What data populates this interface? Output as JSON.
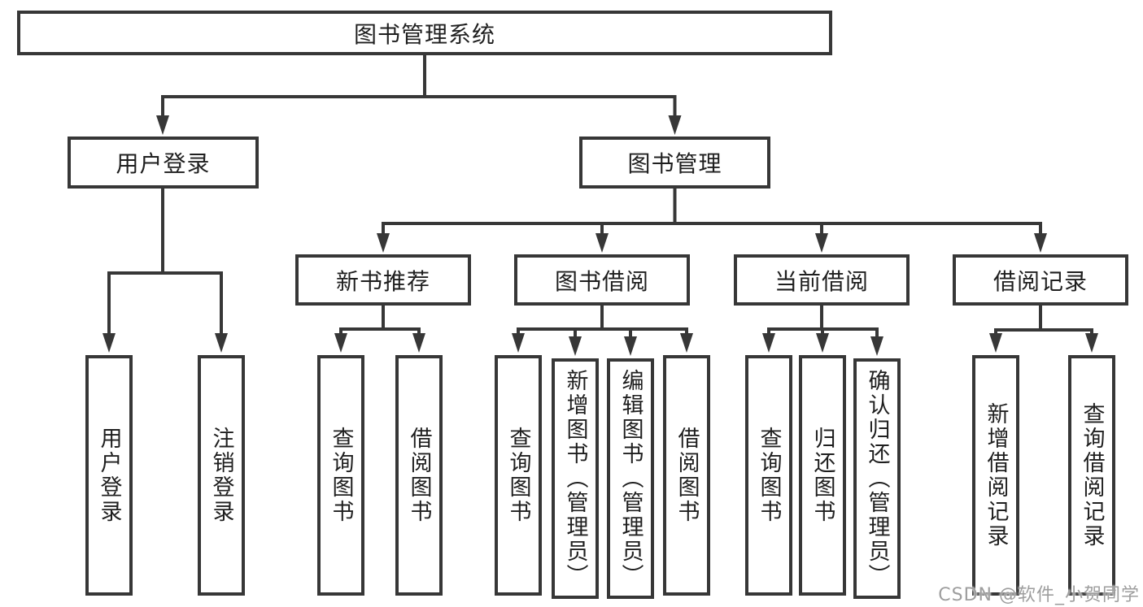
{
  "tree": {
    "label": "图书管理系统",
    "children": [
      {
        "label": "用户登录",
        "children": [
          {
            "label": "用户登录"
          },
          {
            "label": "注销登录"
          }
        ]
      },
      {
        "label": "图书管理",
        "children": [
          {
            "label": "新书推荐",
            "children": [
              {
                "label": "查询图书"
              },
              {
                "label": "借阅图书"
              }
            ]
          },
          {
            "label": "图书借阅",
            "children": [
              {
                "label": "查询图书"
              },
              {
                "label": "新增图书（管理员）"
              },
              {
                "label": "编辑图书（管理员）"
              },
              {
                "label": "借阅图书"
              }
            ]
          },
          {
            "label": "当前借阅",
            "children": [
              {
                "label": "查询图书"
              },
              {
                "label": "归还图书"
              },
              {
                "label": "确认归还（管理员）"
              }
            ]
          },
          {
            "label": "借阅记录",
            "children": [
              {
                "label": "新增借阅记录"
              },
              {
                "label": "查询借阅记录"
              }
            ]
          }
        ]
      }
    ]
  },
  "watermark": "CSDN @软件_小贺同学",
  "colors": {
    "line": "#373737",
    "text": "#1f1f1f",
    "watermark": "#9e9e9e",
    "background": "#ffffff"
  }
}
